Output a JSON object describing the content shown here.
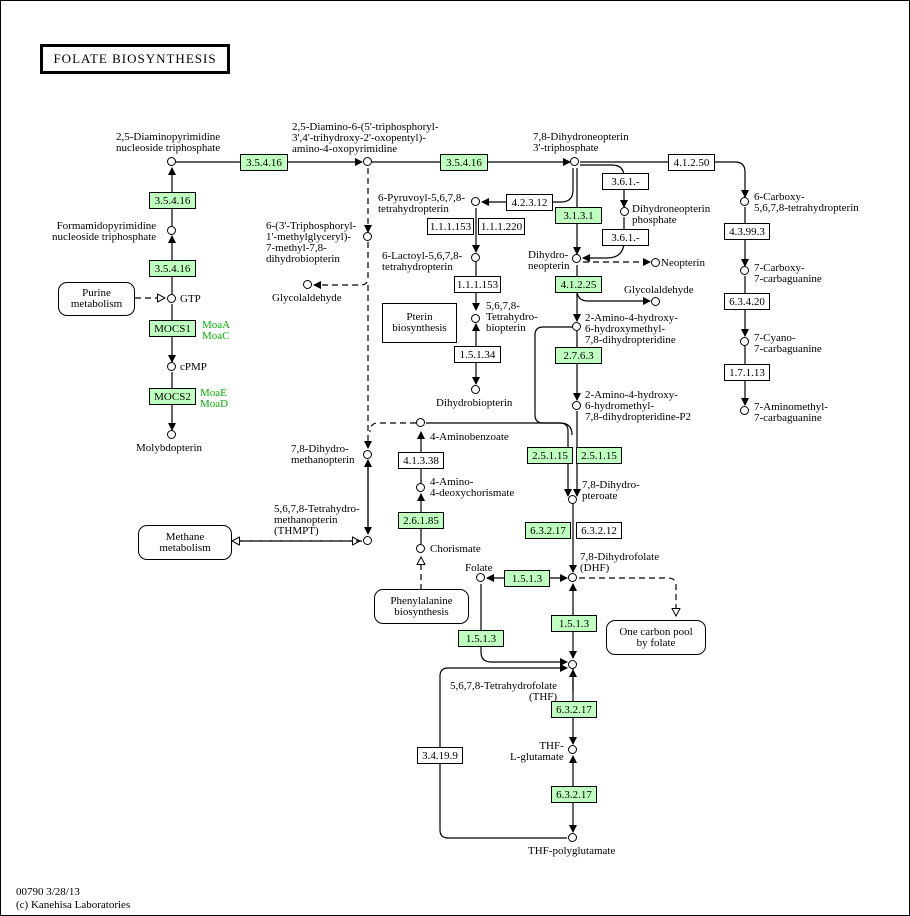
{
  "title": "FOLATE BIOSYNTHESIS",
  "footer": {
    "id_date": "00790 3/28/13",
    "copyright": "(c) Kanehisa Laboratories"
  },
  "colors": {
    "enzyme_found": "#bfffbf",
    "gene_label": "#00b000",
    "line": "#000000"
  },
  "enzymes": [
    {
      "id": "e1",
      "label": "3.5.4.16",
      "found": true
    },
    {
      "id": "e2",
      "label": "3.5.4.16",
      "found": true
    },
    {
      "id": "e3",
      "label": "3.5.4.16",
      "found": true
    },
    {
      "id": "e4",
      "label": "3.5.4.16",
      "found": true
    },
    {
      "id": "e5",
      "label": "MOCS1",
      "found": true
    },
    {
      "id": "e6",
      "label": "MOCS2",
      "found": true
    },
    {
      "id": "e7",
      "label": "4.2.3.12",
      "found": false
    },
    {
      "id": "e8",
      "label": "1.1.1.153",
      "found": false
    },
    {
      "id": "e9",
      "label": "1.1.1.220",
      "found": false
    },
    {
      "id": "e10",
      "label": "1.1.1.153",
      "found": false
    },
    {
      "id": "e11",
      "label": "1.5.1.34",
      "found": false
    },
    {
      "id": "e12",
      "label": "3.1.3.1",
      "found": true
    },
    {
      "id": "e13",
      "label": "3.6.1.-",
      "found": false
    },
    {
      "id": "e14",
      "label": "3.6.1.-",
      "found": false
    },
    {
      "id": "e15",
      "label": "4.1.2.25",
      "found": true
    },
    {
      "id": "e16",
      "label": "2.7.6.3",
      "found": true
    },
    {
      "id": "e17",
      "label": "2.5.1.15",
      "found": true
    },
    {
      "id": "e18",
      "label": "2.5.1.15",
      "found": true
    },
    {
      "id": "e19",
      "label": "6.3.2.17",
      "found": true
    },
    {
      "id": "e20",
      "label": "6.3.2.12",
      "found": false
    },
    {
      "id": "e21",
      "label": "1.5.1.3",
      "found": true
    },
    {
      "id": "e22",
      "label": "1.5.1.3",
      "found": true
    },
    {
      "id": "e23",
      "label": "1.5.1.3",
      "found": true
    },
    {
      "id": "e24",
      "label": "6.3.2.17",
      "found": true
    },
    {
      "id": "e25",
      "label": "6.3.2.17",
      "found": true
    },
    {
      "id": "e26",
      "label": "3.4.19.9",
      "found": false
    },
    {
      "id": "e27",
      "label": "4.1.3.38",
      "found": false
    },
    {
      "id": "e28",
      "label": "2.6.1.85",
      "found": true
    },
    {
      "id": "e29",
      "label": "4.1.2.50",
      "found": false
    },
    {
      "id": "e30",
      "label": "4.3.99.3",
      "found": false
    },
    {
      "id": "e31",
      "label": "6.3.4.20",
      "found": false
    },
    {
      "id": "e32",
      "label": "1.7.1.13",
      "found": false
    }
  ],
  "gene_labels": [
    {
      "id": "g1",
      "label": "MoaA\nMoaC"
    },
    {
      "id": "g2",
      "label": "MoaE\nMoaD"
    }
  ],
  "compounds": [
    {
      "id": "c1",
      "label": "2,5-Diaminopyrimidine\nnucleoside triphosphate"
    },
    {
      "id": "c2",
      "label": "2,5-Diamino-6-(5'-triphosphoryl-\n3',4'-trihydroxy-2'-oxopentyl)-\namino-4-oxopyrimidine"
    },
    {
      "id": "c3",
      "label": "7,8-Dihydroneopterin\n3'-triphosphate"
    },
    {
      "id": "c4",
      "label": "Formamidopyrimidine\nnucleoside triphosphate"
    },
    {
      "id": "c5",
      "label": "GTP"
    },
    {
      "id": "c6",
      "label": "cPMP"
    },
    {
      "id": "c7",
      "label": "Molybdopterin"
    },
    {
      "id": "c8",
      "label": "6-(3'-Triphosphoryl-\n1'-methylglyceryl)-\n7-methyl-7,8-\ndihydrobiopterin"
    },
    {
      "id": "c9",
      "label": "Glycolaldehyde"
    },
    {
      "id": "c10",
      "label": "6-Pyruvoyl-5,6,7,8-\ntetrahydropterin"
    },
    {
      "id": "c11",
      "label": "6-Lactoyl-5,6,7,8-\ntetrahydropterin"
    },
    {
      "id": "c12",
      "label": "5,6,7,8-\nTetrahydro-\nbiopterin"
    },
    {
      "id": "c13",
      "label": "Dihydrobiopterin"
    },
    {
      "id": "c14",
      "label": "Dihydroneopterin\nphosphate"
    },
    {
      "id": "c15",
      "label": "Dihydro-\nneopterin"
    },
    {
      "id": "c16",
      "label": "Neopterin"
    },
    {
      "id": "c17",
      "label": "Glycolaldehyde"
    },
    {
      "id": "c18",
      "label": "2-Amino-4-hydroxy-\n6-hydroxymethyl-\n7,8-dihydropteridine"
    },
    {
      "id": "c19",
      "label": "2-Amino-4-hydroxy-\n6-hydromethyl-\n7,8-dihydropteridine-P2"
    },
    {
      "id": "c20",
      "label": "7,8-Dihydro-\npteroate"
    },
    {
      "id": "c21",
      "label": "7,8-Dihydrofolate\n(DHF)"
    },
    {
      "id": "c22",
      "label": "Folate"
    },
    {
      "id": "c23",
      "label": "5,6,7,8-Tetrahydrofolate\n(THF)"
    },
    {
      "id": "c24",
      "label": "THF-\nL-glutamate"
    },
    {
      "id": "c25",
      "label": "THF-polyglutamate"
    },
    {
      "id": "c26",
      "label": "4-Aminobenzoate"
    },
    {
      "id": "c27",
      "label": "4-Amino-\n4-deoxychorismate"
    },
    {
      "id": "c28",
      "label": "Chorismate"
    },
    {
      "id": "c29",
      "label": "7,8-Dihydro-\nmethanopterin"
    },
    {
      "id": "c30",
      "label": "5,6,7,8-Tetrahydro-\nmethanopterin\n(THMPT)"
    },
    {
      "id": "c31",
      "label": "6-Carboxy-\n5,6,7,8-tetrahydropterin"
    },
    {
      "id": "c32",
      "label": "7-Carboxy-\n7-carbaguanine"
    },
    {
      "id": "c33",
      "label": "7-Cyano-\n7-carbaguanine"
    },
    {
      "id": "c34",
      "label": "7-Aminomethyl-\n7-carbaguanine"
    }
  ],
  "maps": [
    {
      "id": "m1",
      "label": "Purine\nmetabolism"
    },
    {
      "id": "m2",
      "label": "Pterin\nbiosynthesis"
    },
    {
      "id": "m3",
      "label": "Methane\nmetabolism"
    },
    {
      "id": "m4",
      "label": "Phenylalanine\nbiosynthesis"
    },
    {
      "id": "m5",
      "label": "One carbon pool\nby folate"
    }
  ]
}
